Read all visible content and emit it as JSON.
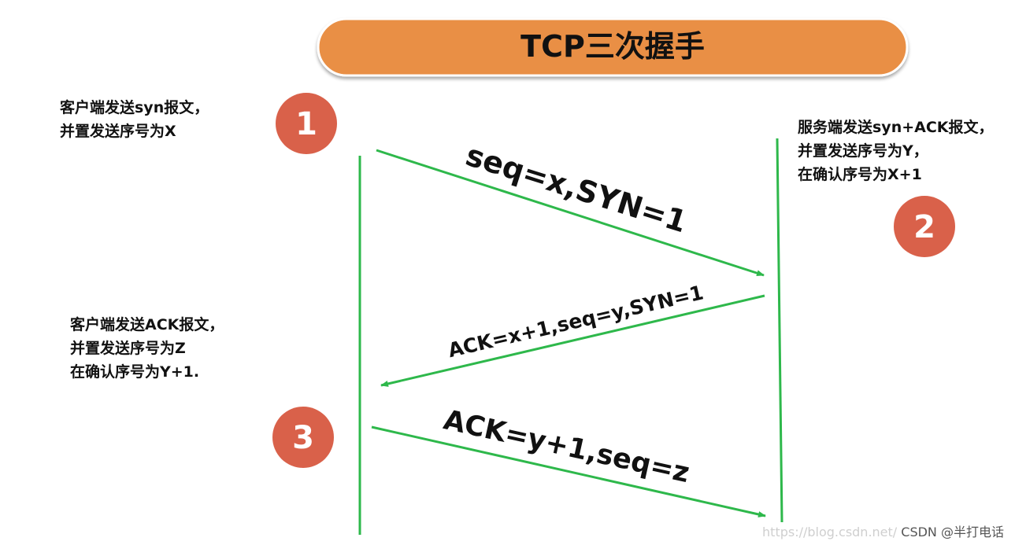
{
  "title": "TCP三次握手",
  "colors": {
    "title_banner": "#E98F45",
    "step_circle": "#D9614A",
    "lines": "#2EB84B"
  },
  "steps": [
    {
      "number": "1"
    },
    {
      "number": "2"
    },
    {
      "number": "3"
    }
  ],
  "messages": [
    {
      "label": "seq=x,SYN=1",
      "from": "client",
      "to": "server"
    },
    {
      "label": "ACK=x+1,seq=y,SYN=1",
      "from": "server",
      "to": "client"
    },
    {
      "label": "ACK=y+1,seq=z",
      "from": "client",
      "to": "server"
    }
  ],
  "notes": {
    "client_step1": [
      "客户端发送syn报文，",
      "并置发送序号为X"
    ],
    "server_step2": [
      "服务端发送syn+ACK报文，",
      "并置发送序号为Y，",
      "在确认序号为X+1"
    ],
    "client_step3": [
      "客户端发送ACK报文，",
      "并置发送序号为Z",
      "在确认序号为Y+1."
    ]
  },
  "watermark": {
    "url": "https://blog.csdn.net/",
    "text": "CSDN @半打电话"
  }
}
